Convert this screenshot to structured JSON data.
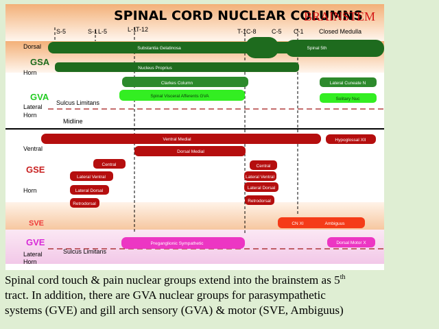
{
  "title": "SPINAL CORD NUCLEAR COLUMNS",
  "title_right": "BRAINSTEM",
  "levels": [
    "S-5",
    "S-1",
    "L-5",
    "L-1",
    "T-12",
    "T-1",
    "C-8",
    "C-5",
    "C-1",
    "Closed Medulla"
  ],
  "regions": {
    "dorsal": "Dorsal",
    "gsa": "GSA",
    "horn_top": "Horn",
    "gva": "GVA",
    "lateral_top": "Lateral",
    "horn_lateral": "Horn",
    "sulcus_top": "Sulcus Limitans",
    "midline": "Midline",
    "ventral": "Ventral",
    "gse": "GSE",
    "horn_ventral": "Horn",
    "sve": "SVE",
    "gve": "GVE",
    "sulcus_bottom": "Sulcus Limitans",
    "lateral_bottom": "Lateral",
    "horn_bottom": "Horn"
  },
  "bars": {
    "substantia_gelatinosa": "Substantia Gelatinosa",
    "spinal_5th": "Spinal 5th",
    "nucleus_proprius": "Nucleus Proprius",
    "clarkes_column": "Clarkes Column",
    "lateral_cuneate": "Lateral Cuneate N",
    "spinal_visceral": "Spinal Visceral Afferents GVA",
    "solitary_nuc": "Solitary Nuc",
    "ventral_medial": "Ventral Medial",
    "hypoglossal": "Hypoglossal XII",
    "dorsal_medial": "Dorsal Medial",
    "central_lumbar": "Central",
    "lateral_ventral_lumbar": "Lateral Ventral",
    "lateral_dorsal_lumbar": "Lateral Dorsal",
    "retrodorsal_lumbar": "Retrodorsal",
    "central_cervical": "Central",
    "lateral_ventral_cervical": "Lateral Ventral",
    "lateral_dorsal_cervical": "Lateral Dorsal",
    "retrodorsal_cervical": "Retrodorsal",
    "cn_xi": "CN XI",
    "ambiguus": "Ambiguus",
    "preganglionic": "Preganglionic Sympathetic",
    "dorsal_motor": "Dorsal Motor X"
  },
  "caption": {
    "line1_pre": "Spinal cord touch & pain nuclear groups extend into the brainstem as 5",
    "line1_sup": "th",
    "line2": "tract.  In addition, there are GVA nuclear groups for parasympathetic",
    "line3": "systems (GVE) and gill arch sensory (GVA) & motor  (SVE, Ambiguus)"
  },
  "colors": {
    "background": "#dfeed3",
    "gsa_bar": "#1e6b1e",
    "gsa_band": "#f3b279",
    "gva_bar": "#2c8a2c",
    "gva_bright": "#33ee22",
    "gse_bar": "#b50e0e",
    "sve_bar": "#f53b18",
    "gve_bar": "#ec36c3",
    "gsa_label": "#1c6b1c",
    "gva_label": "#22cc22",
    "gse_label": "#c82020",
    "sve_label": "#ee3a3a",
    "gve_label": "#d82ad8"
  }
}
